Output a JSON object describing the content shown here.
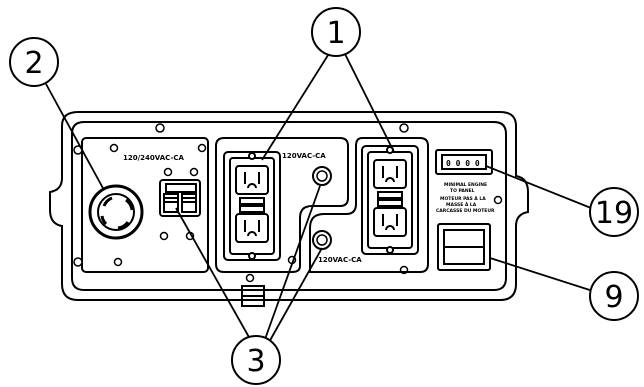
{
  "panel": {
    "label_left": "120/240VAC-CA",
    "label_top_outlet": "120VAC-CA",
    "label_bottom_outlet": "120VAC-CA",
    "meter_display": "0 0 0 0",
    "notice_line1": "MINIMAL ENGINE",
    "notice_line2": "TO PANEL",
    "notice_line3": "MOTEUR PAS À LA",
    "notice_line4": "MASSE À LA",
    "notice_line5": "CARCASSE DU MOTEUR"
  },
  "callouts": [
    {
      "id": "c1",
      "number": "1"
    },
    {
      "id": "c2",
      "number": "2"
    },
    {
      "id": "c3",
      "number": "3"
    },
    {
      "id": "c19",
      "number": "19"
    },
    {
      "id": "c9",
      "number": "9"
    }
  ]
}
